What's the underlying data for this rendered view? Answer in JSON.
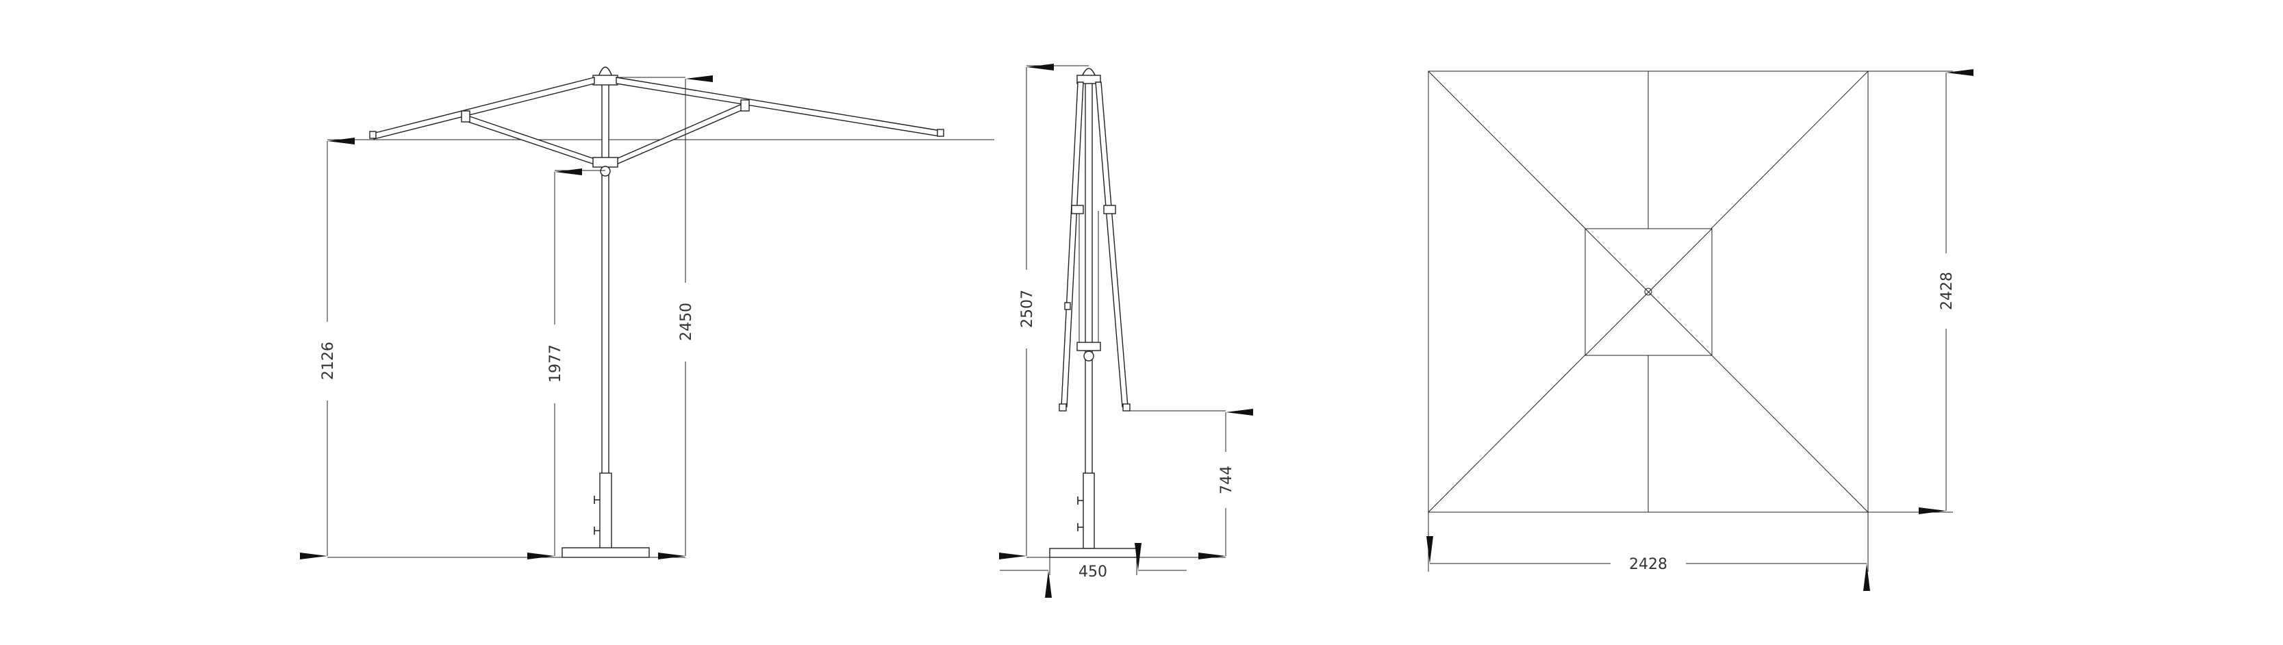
{
  "views": {
    "side_open": {
      "dimensions": {
        "canopy_edge_height": "2126",
        "hub_height": "1977",
        "overall_height": "2450"
      }
    },
    "side_closed": {
      "dimensions": {
        "overall_height": "2507",
        "rib_tip_height": "744",
        "base_width": "450"
      }
    },
    "plan": {
      "dimensions": {
        "depth": "2428",
        "width": "2428"
      }
    }
  },
  "colors": {
    "line": "#222222",
    "background": "#ffffff"
  }
}
